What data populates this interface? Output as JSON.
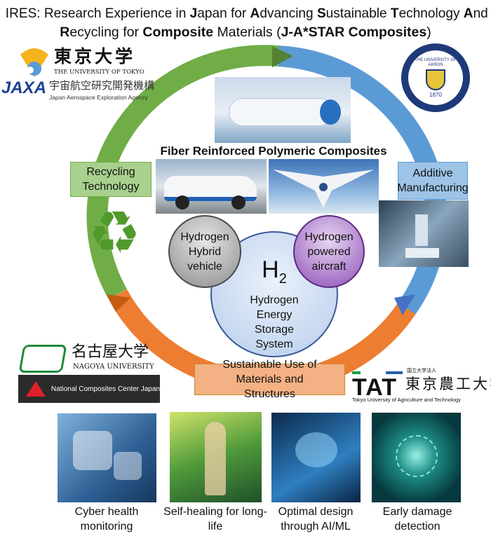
{
  "title": {
    "line1_parts": [
      "I",
      "RES: Research Experience in ",
      "J",
      "apan for ",
      "A",
      "dvancing ",
      "S",
      "ustainable ",
      "T",
      "echnology ",
      "A",
      "nd"
    ],
    "line2_parts": [
      "R",
      "ecycling for ",
      "Composite",
      " Materials (",
      "J-A*STAR Composites",
      ")"
    ]
  },
  "logos": {
    "tokyo": {
      "jp": "東京大学",
      "en": "THE UNIVERSITY OF TOKYO"
    },
    "jaxa": {
      "mark": "JAXA",
      "jp": "宇宙航空研究開発機構",
      "en": "Japan Aerospace Exploration Agency"
    },
    "akron": {
      "text": "THE UNIVERSITY OF AKRON",
      "year": "1870"
    },
    "nagoya": {
      "jp": "名古屋大学",
      "en": "NAGOYA UNIVERSITY"
    },
    "nccj": {
      "en": "National Composites Center Japan"
    },
    "tat": {
      "mark": "TAT",
      "small": "国立大学法人",
      "jp": "東京農工大学",
      "en": "Tokyo University of Agriculture and Technology"
    }
  },
  "cycle": {
    "center_title": "Fiber Reinforced Polymeric Composites",
    "recycling": "Recycling Technology",
    "additive": "Additive Manufacturing",
    "sustainable": "Sustainable Use of Materials and Structures",
    "colors": {
      "green": "#70ad47",
      "blue": "#5b9bd5",
      "orange": "#ed7d31"
    }
  },
  "circles": {
    "vehicle": "Hydrogen Hybrid vehicle",
    "aircraft": "Hydrogen powered aircraft",
    "h2_symbol": "H",
    "h2_sub": "2",
    "storage": "Hydrogen Energy Storage System"
  },
  "bottom": [
    {
      "caption": "Cyber health monitoring"
    },
    {
      "caption": "Self-healing for long-life"
    },
    {
      "caption": "Optimal design through AI/ML"
    },
    {
      "caption": "Early damage detection"
    }
  ]
}
